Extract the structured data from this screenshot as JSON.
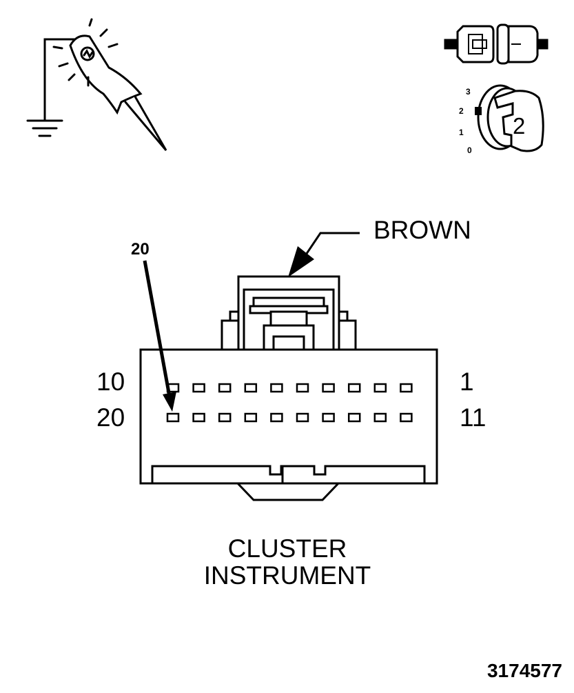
{
  "connector": {
    "color_label": "BROWN",
    "pointer_pin_label": "20",
    "row_labels": {
      "top_left": "10",
      "top_right": "1",
      "bottom_left": "20",
      "bottom_right": "11"
    },
    "pins_per_row": 10,
    "highlighted_pin": 20,
    "title_line1": "CLUSTER",
    "title_line2": "INSTRUMENT"
  },
  "ignition_key": {
    "positions": [
      "3",
      "2",
      "1",
      "0"
    ],
    "key_number": "2"
  },
  "icons": {
    "test_probe": "ground-test-light-icon",
    "connector_state": "disconnected-connector-icon",
    "ignition": "ignition-key-icon"
  },
  "figure_number": "3174577"
}
